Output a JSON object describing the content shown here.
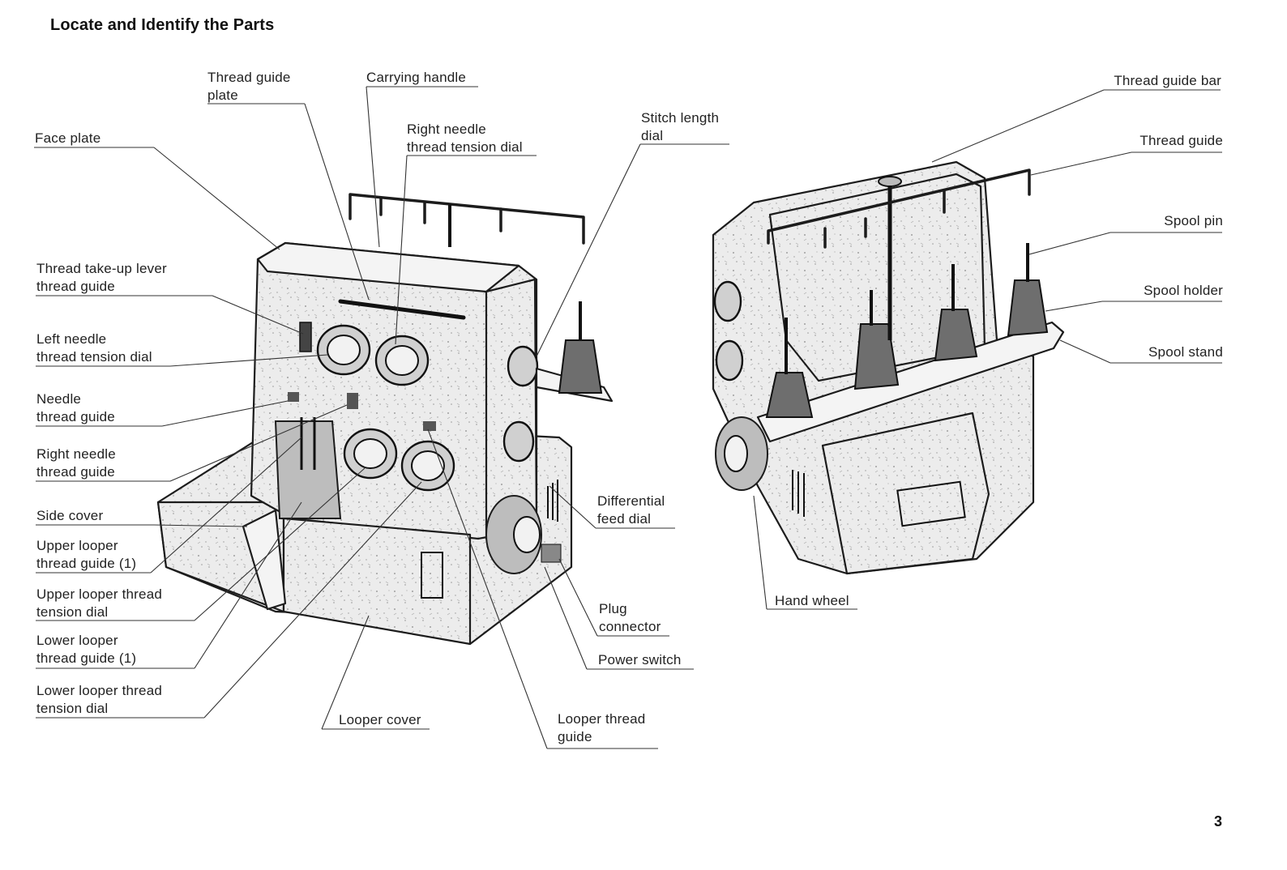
{
  "title": "Locate and Identify the Parts",
  "page_number": "3",
  "labels": {
    "thread_guide_plate": [
      "Thread guide",
      "plate"
    ],
    "carrying_handle": [
      "Carrying handle"
    ],
    "right_needle_tension_dial": [
      "Right needle",
      "thread tension dial"
    ],
    "stitch_length_dial": [
      "Stitch length",
      "dial"
    ],
    "face_plate": [
      "Face plate"
    ],
    "take_up_lever_guide": [
      "Thread take-up lever",
      "thread guide"
    ],
    "left_needle_tension_dial": [
      "Left needle",
      "thread tension dial"
    ],
    "needle_thread_guide": [
      "Needle",
      "thread guide"
    ],
    "right_needle_thread_guide": [
      "Right needle",
      "thread guide"
    ],
    "side_cover": [
      "Side cover"
    ],
    "upper_looper_guide": [
      "Upper looper",
      "thread guide (1)"
    ],
    "upper_looper_tension_dial": [
      "Upper looper thread",
      "tension dial"
    ],
    "lower_looper_guide": [
      "Lower looper",
      "thread guide (1)"
    ],
    "lower_looper_tension_dial": [
      "Lower looper thread",
      "tension dial"
    ],
    "looper_cover": [
      "Looper cover"
    ],
    "looper_thread_guide": [
      "Looper thread",
      "guide"
    ],
    "differential_feed_dial": [
      "Differential",
      "feed dial"
    ],
    "plug_connector": [
      "Plug",
      "connector"
    ],
    "power_switch": [
      "Power switch"
    ],
    "thread_guide_bar": [
      "Thread guide bar"
    ],
    "thread_guide": [
      "Thread guide"
    ],
    "spool_pin": [
      "Spool pin"
    ],
    "spool_holder": [
      "Spool holder"
    ],
    "spool_stand": [
      "Spool stand"
    ],
    "hand_wheel": [
      "Hand wheel"
    ]
  }
}
